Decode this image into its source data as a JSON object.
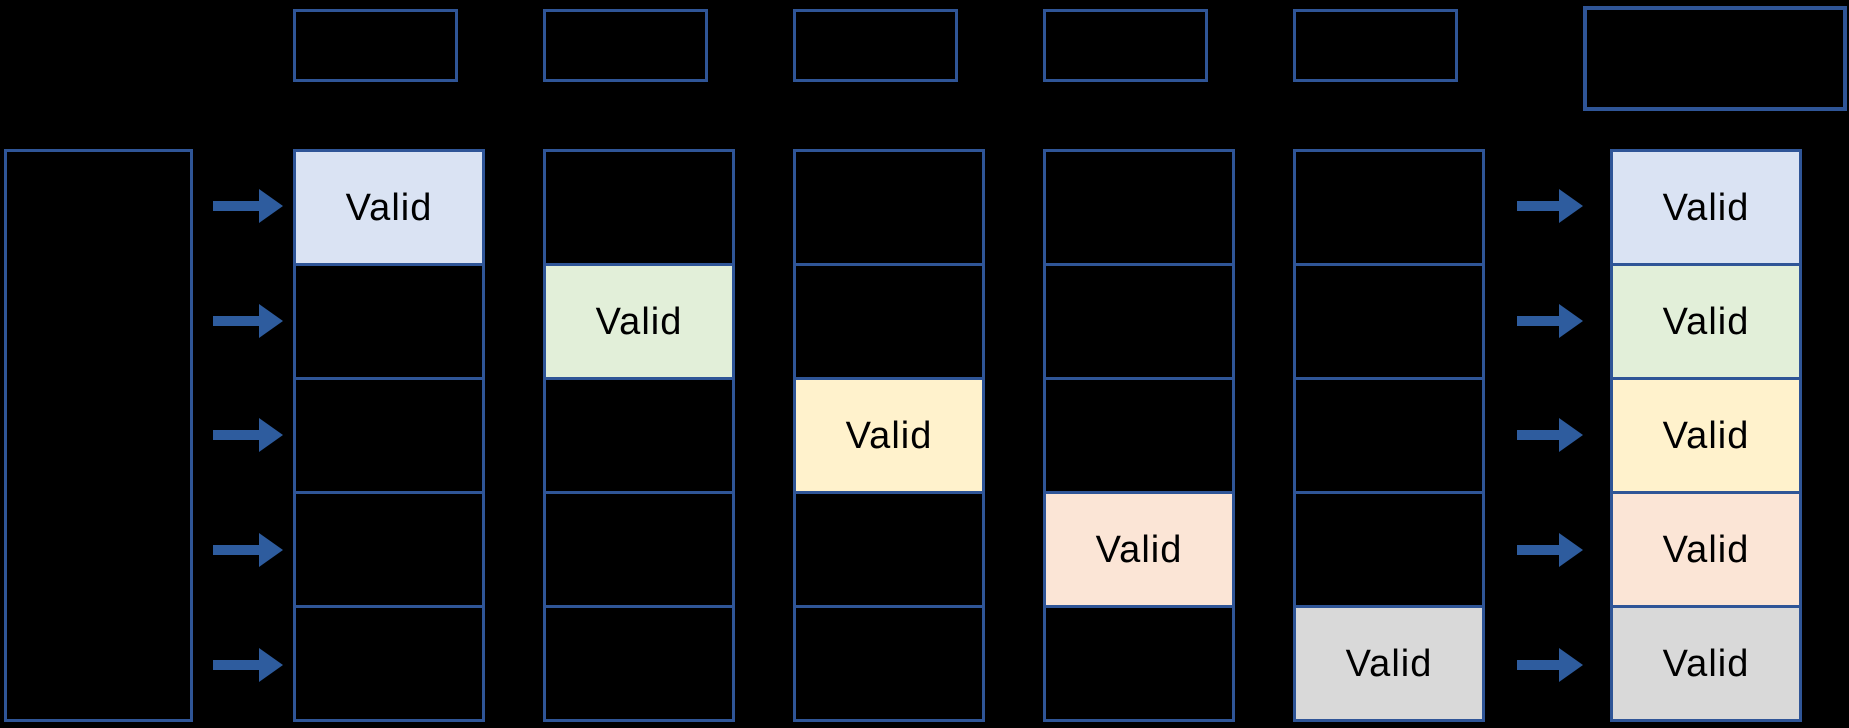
{
  "page": {
    "background": "#000000"
  },
  "colors": {
    "box_border": "#2F5597",
    "arrow": "#2E5C9E",
    "text": "#000000",
    "valid_blue": "#DAE3F3",
    "valid_green": "#E2EFD9",
    "valid_yellow": "#FFF2CC",
    "valid_peach": "#FBE5D6",
    "valid_gray": "#D9D9D9"
  },
  "grid": {
    "rows": 5,
    "stage_columns": 5,
    "valid_cells": [
      {
        "column": 1,
        "row": 1,
        "label": "Valid",
        "color": "#DAE3F3"
      },
      {
        "column": 2,
        "row": 2,
        "label": "Valid",
        "color": "#E2EFD9"
      },
      {
        "column": 3,
        "row": 3,
        "label": "Valid",
        "color": "#FFF2CC"
      },
      {
        "column": 4,
        "row": 4,
        "label": "Valid",
        "color": "#FBE5D6"
      },
      {
        "column": 5,
        "row": 5,
        "label": "Valid",
        "color": "#D9D9D9"
      }
    ],
    "result_column": {
      "cells": [
        {
          "row": 1,
          "label": "Valid",
          "color": "#DAE3F3"
        },
        {
          "row": 2,
          "label": "Valid",
          "color": "#E2EFD9"
        },
        {
          "row": 3,
          "label": "Valid",
          "color": "#FFF2CC"
        },
        {
          "row": 4,
          "label": "Valid",
          "color": "#FBE5D6"
        },
        {
          "row": 5,
          "label": "Valid",
          "color": "#D9D9D9"
        }
      ]
    }
  }
}
